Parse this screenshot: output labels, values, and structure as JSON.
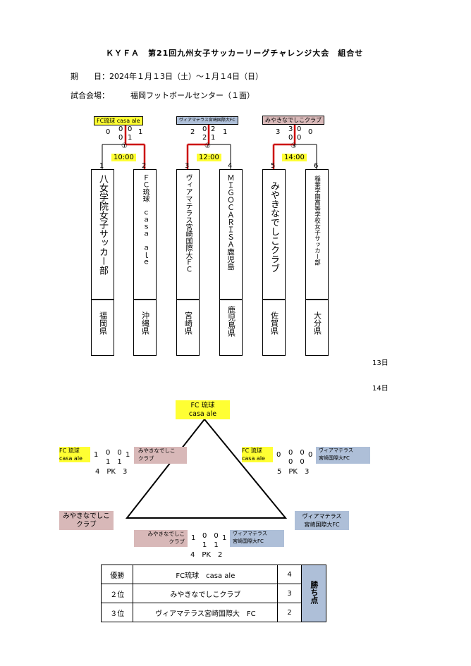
{
  "header": {
    "title": "ＫＹＦＡ　第21回九州女子サッカーリーグチャレンジ大会　組合せ",
    "date_label": "期　　日：2024年１月１3日（土）～１月１4日（日）",
    "venue_label": "試合会場：",
    "venue": "福岡フットボールセンター（１面）"
  },
  "day1": {
    "label": "13日",
    "matches": [
      {
        "winner": "FC琉球 casa ale",
        "winner_color": "yellow",
        "no": "①",
        "time": "10:00",
        "left_score": "0",
        "right_score": "1",
        "half_left": "0",
        "half_right": "0",
        "half2_left": "0",
        "half2_right": "1"
      },
      {
        "winner": "ヴィアマテラス宮崎国際大FC",
        "winner_color": "blue",
        "no": "②",
        "time": "12:00",
        "left_score": "2",
        "right_score": "1",
        "half_left": "0",
        "half_right": "2",
        "half2_left": "2",
        "half2_right": "1"
      },
      {
        "winner": "みやきなでしこクラブ",
        "winner_color": "pink",
        "no": "③",
        "time": "14:00",
        "left_score": "3",
        "right_score": "0",
        "half_left": "3",
        "half_right": "0",
        "half2_left": "0",
        "half2_right": "0"
      }
    ],
    "teams": [
      {
        "no": "1",
        "name": "八女学院女子サッカー部",
        "pref": "福岡県"
      },
      {
        "no": "2",
        "name": "ＦＣ琉球　ｃａｓａ　ａｌｅ",
        "pref": "沖縄県"
      },
      {
        "no": "3",
        "name": "ヴィアマテラス宮崎国際大ＦＣ",
        "pref": "宮崎県"
      },
      {
        "no": "4",
        "name": "ＭＩＧＯＣＡＲＩＳＡ鹿児島",
        "pref": "鹿児島県"
      },
      {
        "no": "5",
        "name": "みやきなでしこクラブ",
        "pref": "佐賀県"
      },
      {
        "no": "6",
        "name": "稲葉学園高等学校女子サッカー部",
        "pref": "大分県"
      }
    ]
  },
  "day2": {
    "label": "14日",
    "top": "FC 琉球\ncasa ale",
    "top_l1": "FC 琉球",
    "top_l2": "casa ale",
    "bottom_left": "みやきなでしこ\nクラブ",
    "bottom_left_l1": "みやきなでしこ",
    "bottom_left_l2": "クラブ",
    "bottom_right_l1": "ヴィアマテラス",
    "bottom_right_l2": "宮崎国際大FC",
    "left_match": {
      "a_l1": "FC 琉球",
      "a_l2": "casa ale",
      "b_l1": "みやきなでしこ",
      "b_l2": "クラブ",
      "score_a": "1",
      "score_b": "1",
      "h1": "0　0",
      "h2": "1　1",
      "pk": "4　PK　3"
    },
    "right_match": {
      "a_l1": "FC 琉球",
      "a_l2": "casa ale",
      "b_l1": "ヴィアマテラス",
      "b_l2": "宮崎国際大FC",
      "score_a": "0",
      "score_b": "0",
      "h1": "0　0",
      "h2": "0　0",
      "pk": "5　PK　3"
    },
    "bottom_match": {
      "a_l1": "みやきなでしこ",
      "a_l2": "クラブ",
      "b_l1": "ヴィアマテラス",
      "b_l2": "宮崎国際大FC",
      "score_a": "1",
      "score_b": "1",
      "h1": "0　0",
      "h2": "1　1",
      "pk": "4　PK　2"
    }
  },
  "results": {
    "points_label": "勝ち点",
    "rows": [
      {
        "rank": "優勝",
        "team": "FC琉球　casa ale",
        "points": "4"
      },
      {
        "rank": "２位",
        "team": "みやきなでしこクラブ",
        "points": "3"
      },
      {
        "rank": "３位",
        "team": "ヴィアマテラス宮崎国際大　FC",
        "points": "2"
      }
    ]
  },
  "colors": {
    "yellow": "#ffff33",
    "blue": "#aebfd8",
    "pink": "#d8b8b8",
    "red": "#cc0000"
  }
}
